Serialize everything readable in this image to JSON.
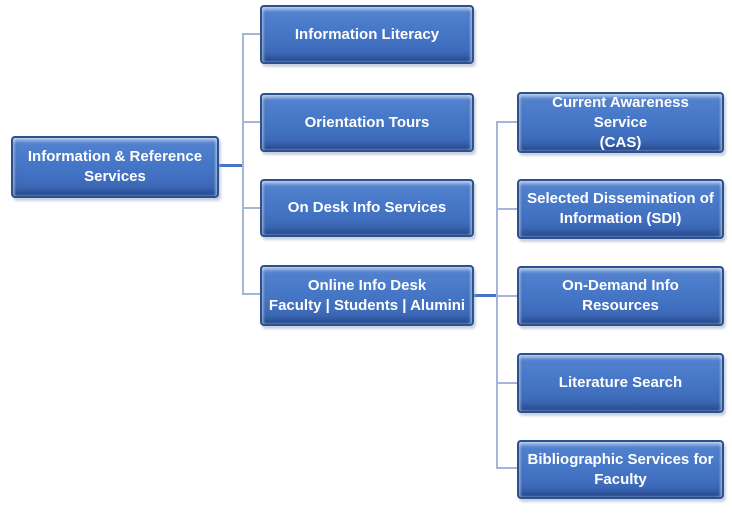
{
  "diagram": {
    "title": "Information & Reference Services hierarchy",
    "type": "org-hierarchy",
    "colors": {
      "background": "#ffffff",
      "node_fill_top": "#5584cf",
      "node_fill_bottom": "#3660ab",
      "node_border": "#2b5191",
      "node_text": "#ffffff",
      "connector_light": "#a4b5d6",
      "connector_dark": "#4472c4"
    }
  },
  "nodes": {
    "root": {
      "label": "Information & Reference\nServices"
    },
    "level1": [
      {
        "label": "Information Literacy"
      },
      {
        "label": "Orientation Tours"
      },
      {
        "label": "On Desk Info Services"
      },
      {
        "label": "Online Info Desk\nFaculty | Students | Alumini"
      }
    ],
    "level2": [
      {
        "label": "Current Awareness Service\n(CAS)"
      },
      {
        "label": "Selected Dissemination of\nInformation (SDI)"
      },
      {
        "label": "On-Demand Info\nResources"
      },
      {
        "label": "Literature Search"
      },
      {
        "label": "Bibliographic Services for\nFaculty"
      }
    ]
  }
}
